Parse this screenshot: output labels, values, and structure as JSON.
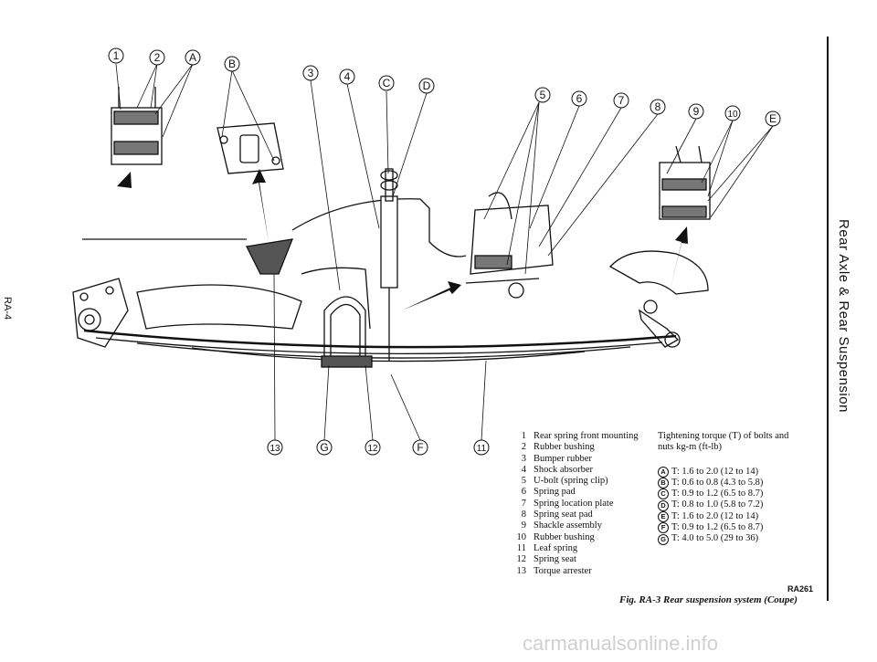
{
  "side_title": "Rear Axle & Rear Suspension",
  "page_code": "RA-4",
  "callouts": {
    "c1": "1",
    "c2": "2",
    "c3": "3",
    "c4": "4",
    "c5": "5",
    "c6": "6",
    "c7": "7",
    "c8": "8",
    "c9": "9",
    "c10": "10",
    "c11": "11",
    "c12": "12",
    "c13": "13",
    "cA": "A",
    "cB": "B",
    "cC": "C",
    "cD": "D",
    "cE": "E",
    "cF": "F",
    "cG": "G"
  },
  "legend": [
    {
      "num": "1",
      "label": "Rear spring front mounting"
    },
    {
      "num": "2",
      "label": "Rubber bushing"
    },
    {
      "num": "3",
      "label": "Bumper rubber"
    },
    {
      "num": "4",
      "label": "Shock absorber"
    },
    {
      "num": "5",
      "label": "U-bolt (spring clip)"
    },
    {
      "num": "6",
      "label": "Spring pad"
    },
    {
      "num": "7",
      "label": "Spring location plate"
    },
    {
      "num": "8",
      "label": "Spring seat pad"
    },
    {
      "num": "9",
      "label": "Shackle assembly"
    },
    {
      "num": "10",
      "label": "Rubber bushing"
    },
    {
      "num": "11",
      "label": "Leaf spring"
    },
    {
      "num": "12",
      "label": "Spring seat"
    },
    {
      "num": "13",
      "label": "Torque arrester"
    }
  ],
  "torque": {
    "heading": "Tightening torque (T) of bolts and nuts    kg-m (ft-lb)",
    "items": [
      {
        "key": "A",
        "value": "T: 1.6 to 2.0 (12 to 14)"
      },
      {
        "key": "B",
        "value": "T: 0.6 to 0.8 (4.3 to 5.8)"
      },
      {
        "key": "C",
        "value": "T: 0.9 to 1.2 (6.5 to 8.7)"
      },
      {
        "key": "D",
        "value": "T: 0.8 to 1.0 (5.8 to 7.2)"
      },
      {
        "key": "E",
        "value": "T: 1.6 to 2.0 (12 to 14)"
      },
      {
        "key": "F",
        "value": "T: 0.9 to 1.2 (6.5 to 8.7)"
      },
      {
        "key": "G",
        "value": "T: 4.0 to 5.0 (29 to 36)"
      }
    ]
  },
  "figure_code": "RA261",
  "caption": "Fig. RA-3 Rear suspension system (Coupe)",
  "watermark": "carmanualsonline.info"
}
